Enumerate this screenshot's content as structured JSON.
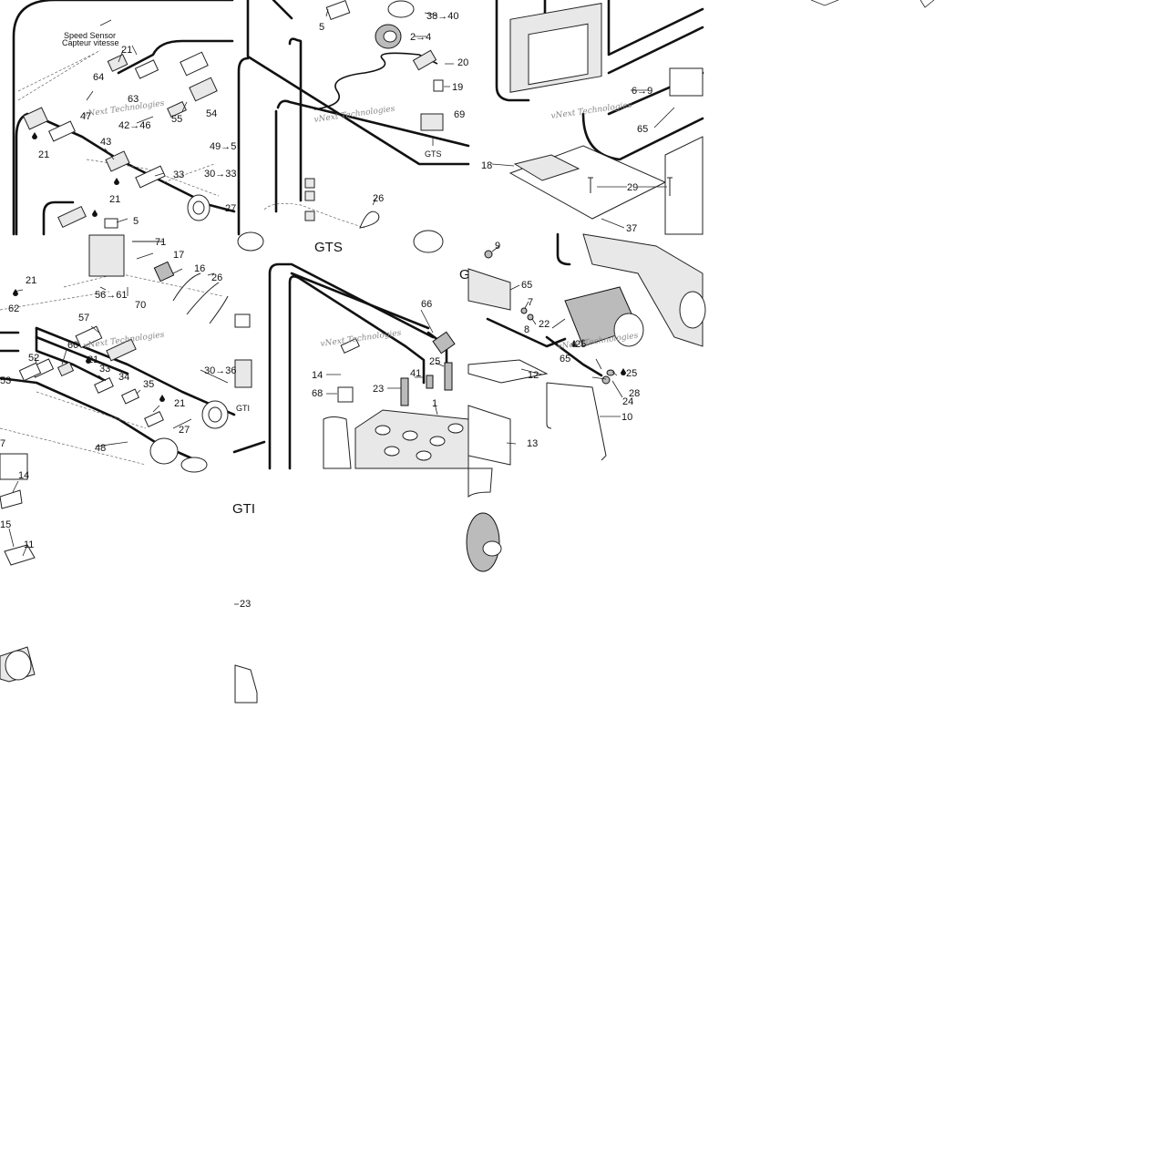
{
  "diagram": {
    "labels": {
      "speed_sensor_en": "Speed  Sensor",
      "speed_sensor_fr": "Capteur vitesse",
      "gts_title": "GTS",
      "gts_small": "GTS",
      "gti_small": "GTI",
      "gti_title_partial": "GTI",
      "g_partial": "G",
      "watermark": "vNext Technologies"
    },
    "callouts": {
      "c5a": "5",
      "c38_40": "38→40",
      "c2_4": "2→4",
      "c20": "20",
      "c19": "19",
      "c69": "69",
      "c21a": "21",
      "c64": "64",
      "c63": "63",
      "c55": "55",
      "c54": "54",
      "c47": "47",
      "c42_46": "42→46",
      "c49_5": "49→5",
      "c21b": "21",
      "c43": "43",
      "c33a": "33",
      "c30_33": "30→33",
      "c21c": "21",
      "c27a": "27",
      "c5b": "5",
      "c26a": "26",
      "c71": "71",
      "c17": "17",
      "c16": "16",
      "c26b": "26",
      "c56_61": "56→61",
      "c70": "70",
      "c21d": "21",
      "c62": "62",
      "c57": "57",
      "c52": "52",
      "c60": "60",
      "c21e": "21",
      "c33b": "33",
      "c34": "34",
      "c35": "35",
      "c30_36": "30→36",
      "c21f": "21",
      "c27b": "27",
      "c48": "48",
      "c53": "53",
      "c7a": "7",
      "c14a": "14",
      "c15": "15",
      "c11": "11",
      "c23a": "23",
      "c66": "66",
      "c14b": "14",
      "c68": "68",
      "c23b": "23",
      "c41": "41",
      "c25a": "25",
      "c1": "1",
      "c6_9": "6→9",
      "c65a": "65",
      "c18": "18",
      "c29": "29",
      "c37": "37",
      "c9": "9",
      "c65b": "65",
      "c7b": "7",
      "c8": "8",
      "c22": "22",
      "c25b": "25",
      "c65c": "65",
      "c25c": "25",
      "c28": "28",
      "c24": "24",
      "c12": "12",
      "c10": "10",
      "c13": "13"
    }
  }
}
